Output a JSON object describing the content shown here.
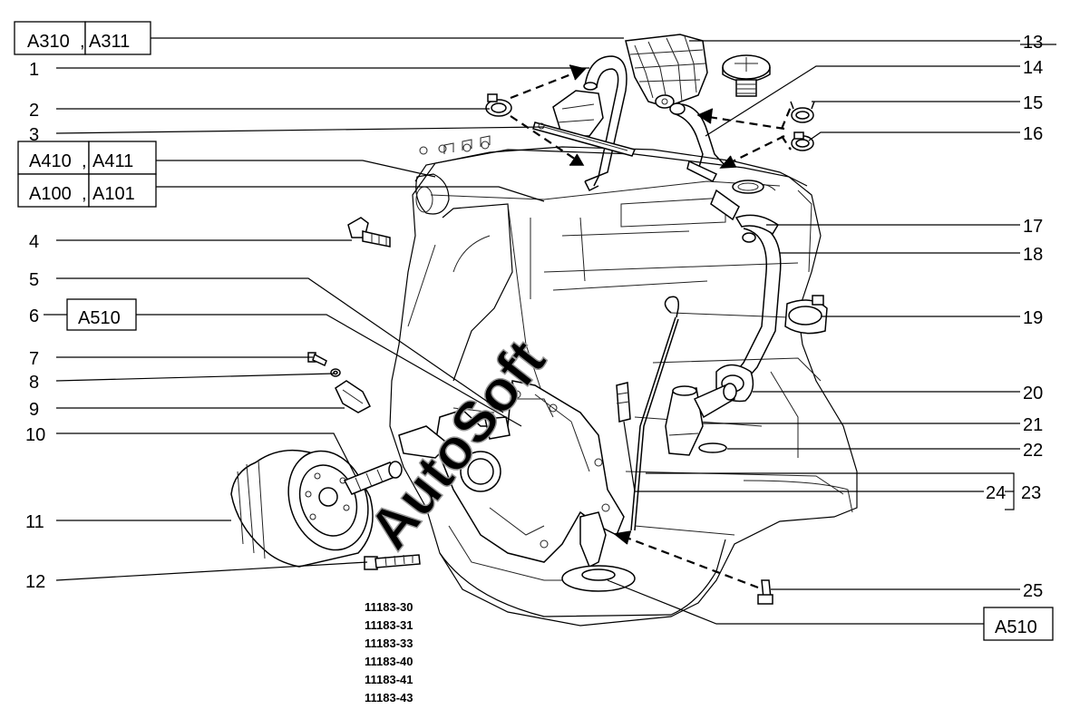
{
  "callouts": [
    {
      "num": "1",
      "side": "left"
    },
    {
      "num": "2",
      "side": "left"
    },
    {
      "num": "3",
      "side": "left"
    },
    {
      "num": "4",
      "side": "left"
    },
    {
      "num": "5",
      "side": "left"
    },
    {
      "num": "6",
      "side": "left"
    },
    {
      "num": "7",
      "side": "left"
    },
    {
      "num": "8",
      "side": "left"
    },
    {
      "num": "9",
      "side": "left"
    },
    {
      "num": "10",
      "side": "left"
    },
    {
      "num": "11",
      "side": "left"
    },
    {
      "num": "12",
      "side": "left"
    },
    {
      "num": "13",
      "side": "right"
    },
    {
      "num": "14",
      "side": "right"
    },
    {
      "num": "15",
      "side": "right"
    },
    {
      "num": "16",
      "side": "right"
    },
    {
      "num": "17",
      "side": "right"
    },
    {
      "num": "18",
      "side": "right"
    },
    {
      "num": "19",
      "side": "right"
    },
    {
      "num": "20",
      "side": "right"
    },
    {
      "num": "21",
      "side": "right"
    },
    {
      "num": "22",
      "side": "right"
    },
    {
      "num": "23",
      "side": "right"
    },
    {
      "num": "24",
      "side": "right"
    },
    {
      "num": "25",
      "side": "right"
    }
  ],
  "refs": {
    "a310": "A310",
    "a311": "A311",
    "a310_sep": ",",
    "a410": "A410",
    "a411": "A411",
    "a410_sep": ",",
    "a100": "A100",
    "a101": "A101",
    "a100_sep": ",",
    "a510_left": "A510",
    "a510_right": "A510"
  },
  "part_codes": [
    "11183-30",
    "11183-31",
    "11183-33",
    "11183-40",
    "11183-41",
    "11183-43"
  ],
  "watermark": "AutoSoft"
}
